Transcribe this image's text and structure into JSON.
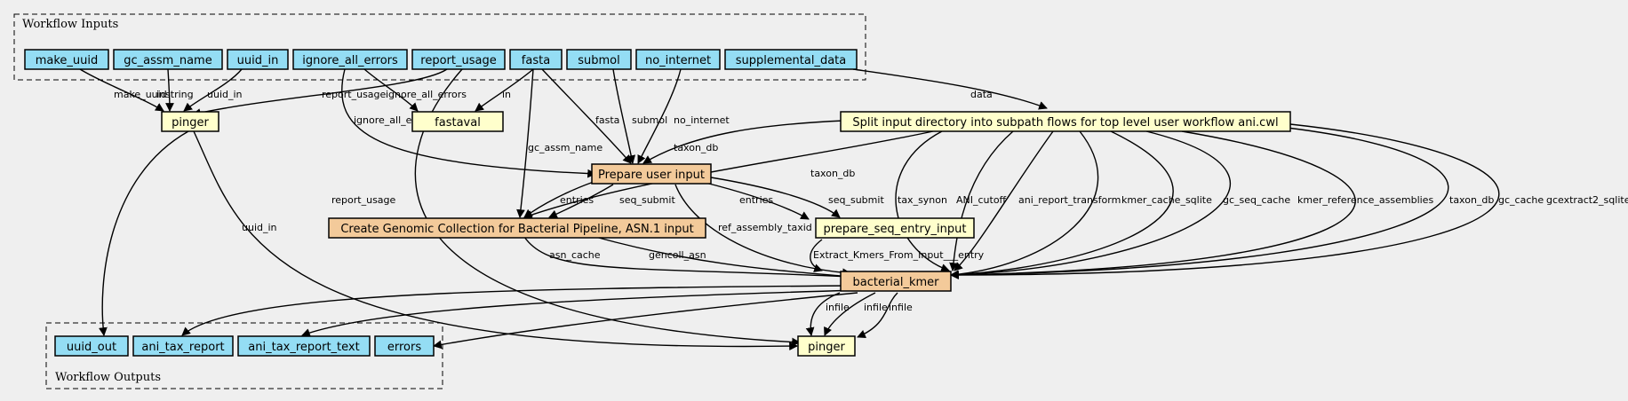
{
  "clusters": {
    "inputs": "Workflow Inputs",
    "outputs": "Workflow Outputs"
  },
  "colors": {
    "background": "#efefef",
    "io_node": "#94ddf4",
    "tool_node": "#ffffcc",
    "workflow_node": "#f3ca9a",
    "edge": "#000000"
  },
  "inputs": [
    "make_uuid",
    "gc_assm_name",
    "uuid_in",
    "ignore_all_errors",
    "report_usage",
    "fasta",
    "submol",
    "no_internet",
    "supplemental_data"
  ],
  "outputs": [
    "uuid_out",
    "ani_tax_report",
    "ani_tax_report_text",
    "errors"
  ],
  "steps": {
    "pinger_top": "pinger",
    "fastaval": "fastaval",
    "split": "Split input directory into subpath flows for top level user workflow ani.cwl",
    "prepare_user_input": "Prepare user input",
    "create_collection": "Create Genomic Collection for Bacterial Pipeline, ASN.1 input",
    "prepare_seq_entry_input": "prepare_seq_entry_input",
    "bacterial_kmer": "bacterial_kmer",
    "pinger_bottom": "pinger"
  },
  "edge_labels": {
    "make_uuid": "make_uuid",
    "instring": "instring",
    "uuid_in": "uuid_in",
    "report_usage": "report_usage",
    "ignore_all_errors_fastaval": "ignore_all_errors",
    "in": "in",
    "data": "data",
    "ignore_all_errors_prep": "ignore_all_errors",
    "gc_assm_name": "gc_assm_name",
    "fasta": "fasta",
    "submol": "submol",
    "no_internet": "no_internet",
    "taxon_db_prep": "taxon_db",
    "taxon_db_create": "taxon_db",
    "report_usage_bottom": "report_usage",
    "uuid_in_bottom": "uuid_in",
    "entries_create": "entries",
    "seq_submit_create": "seq_submit",
    "entries_pse": "entries",
    "seq_submit_pse": "seq_submit",
    "ref_assembly_taxid": "ref_assembly_taxid",
    "tax_synon": "tax_synon",
    "ani_cutoff": "ANI_cutoff",
    "ani_report_transform": "ani_report_transform",
    "kmer_cache_sqlite": "kmer_cache_sqlite",
    "gc_seq_cache": "gc_seq_cache",
    "kmer_reference_assemblies": "kmer_reference_assemblies",
    "taxon_db_kmer": "taxon_db",
    "gc_cache": "gc_cache",
    "gcextract2_sqlite": "gcextract2_sqlite",
    "asn_cache": "asn_cache",
    "gencoll_asn": "gencoll_asn",
    "extract_kmers": "Extract_Kmers_From_Input___entry",
    "infile_1": "infile",
    "infile_2": "infile",
    "infile_3": "infile"
  }
}
